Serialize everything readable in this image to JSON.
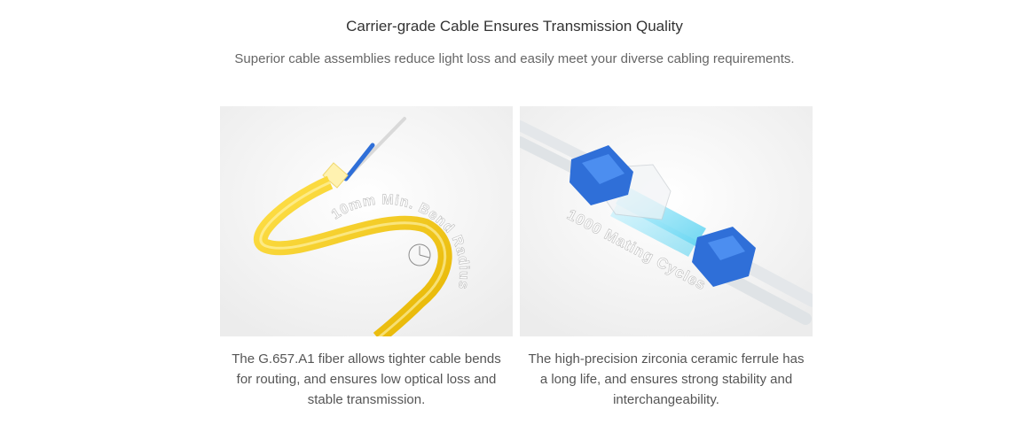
{
  "section": {
    "title": "Carrier-grade Cable Ensures Transmission Quality",
    "subtitle": "Superior cable assemblies reduce light loss and easily meet your diverse cabling requirements."
  },
  "cards": [
    {
      "overlay_text": "10mm Min. Bend Radius",
      "caption": "The G.657.A1 fiber allows tighter cable bends for routing, and ensures low optical loss and stable transmission."
    },
    {
      "overlay_text": "1000 Mating Cycles",
      "caption": "The high-precision zirconia ceramic ferrule has a long life, and ensures strong stability and interchangeability."
    }
  ],
  "colors": {
    "cable_yellow": "#f5c800",
    "connector_blue": "#2f6fd8",
    "light_beam": "#7fe0f5",
    "jacket_white": "#e9ecef"
  }
}
